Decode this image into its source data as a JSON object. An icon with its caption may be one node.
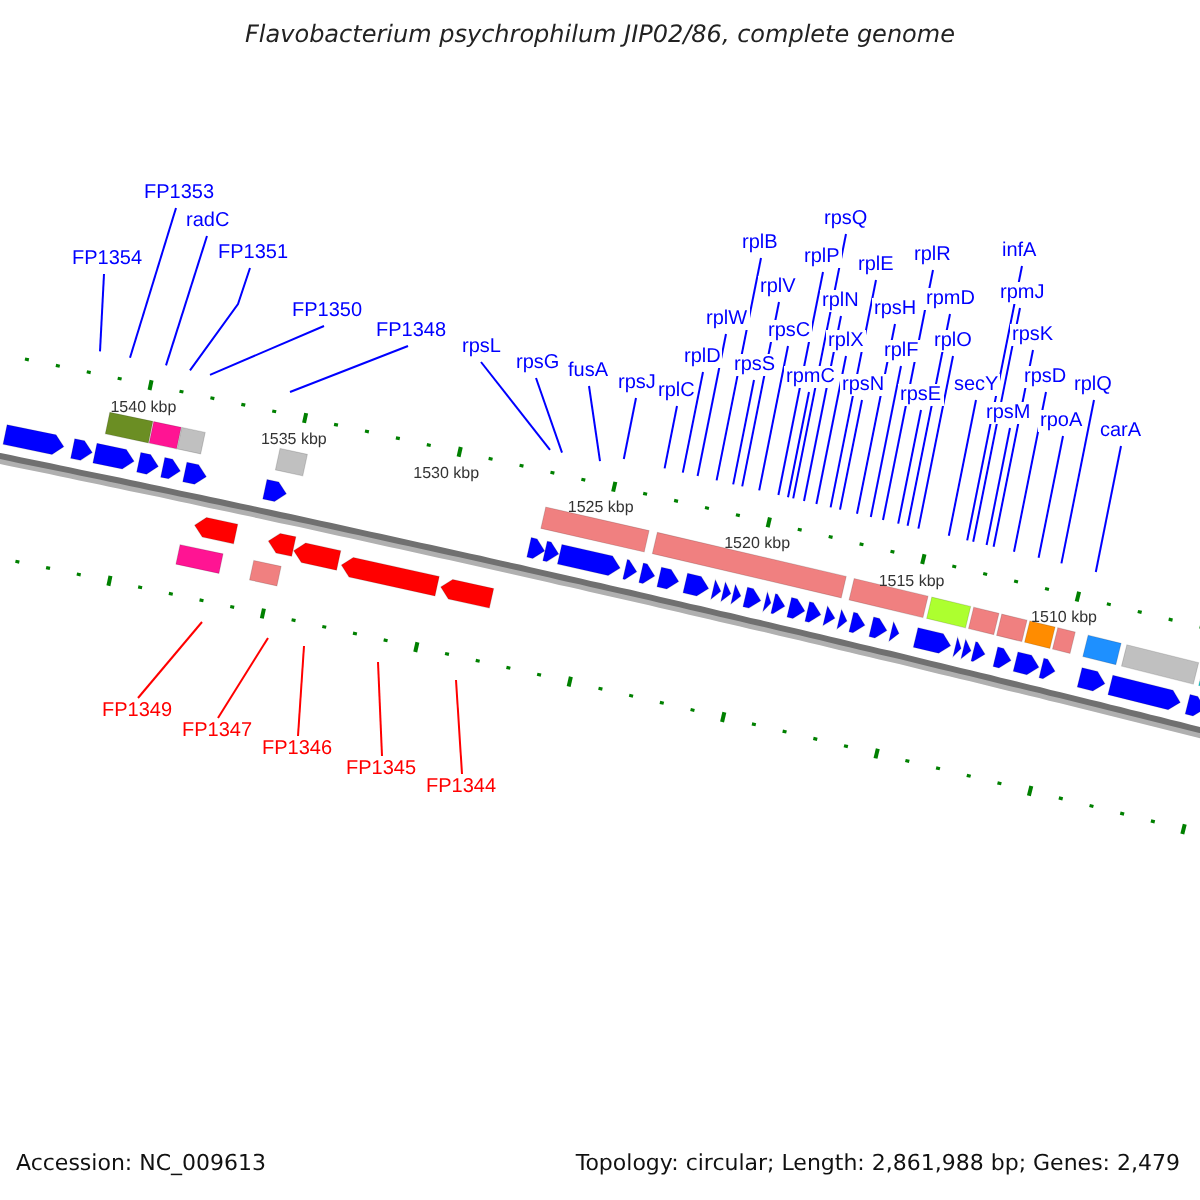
{
  "diagram": {
    "title": "Flavobacterium psychrophilum JIP02/86, complete genome",
    "nodes": [
      {
        "text": [
          "FP1354"
        ]
      },
      {
        "text": [
          "FP1353"
        ]
      },
      {
        "text": [
          "radC"
        ]
      },
      {
        "text": [
          "FP1351"
        ]
      },
      {
        "text": [
          "FP1350"
        ]
      },
      {
        "text": [
          "FP1348"
        ]
      },
      {
        "text": [
          "rpsL"
        ]
      },
      {
        "text": [
          "rpsG"
        ]
      },
      {
        "text": [
          "fusA"
        ]
      },
      {
        "text": [
          "rpsJ"
        ]
      },
      {
        "text": [
          "rplC"
        ]
      },
      {
        "text": [
          "rplD"
        ]
      },
      {
        "text": [
          "rplW"
        ]
      },
      {
        "text": [
          "rplB"
        ]
      },
      {
        "text": [
          "rpsS"
        ]
      },
      {
        "text": [
          "rplV"
        ]
      },
      {
        "text": [
          "rpsC"
        ]
      },
      {
        "text": [
          "rpmC"
        ]
      },
      {
        "text": [
          "rpsQ"
        ]
      },
      {
        "text": [
          "rplP"
        ]
      },
      {
        "text": [
          "rplN"
        ]
      },
      {
        "text": [
          "rplX"
        ]
      },
      {
        "text": [
          "rplE"
        ]
      },
      {
        "text": [
          "rpsN"
        ]
      },
      {
        "text": [
          "rpsH"
        ]
      },
      {
        "text": [
          "rplF"
        ]
      },
      {
        "text": [
          "rplR"
        ]
      },
      {
        "text": [
          "rpmD"
        ]
      },
      {
        "text": [
          "rplO"
        ]
      },
      {
        "text": [
          "rpsE"
        ]
      },
      {
        "text": [
          "secY"
        ]
      },
      {
        "text": [
          "rpsM"
        ]
      },
      {
        "text": [
          "infA"
        ]
      },
      {
        "text": [
          "rpmJ"
        ]
      },
      {
        "text": [
          "rpsK"
        ]
      },
      {
        "text": [
          "rpsD"
        ]
      },
      {
        "text": [
          "rpoA"
        ]
      },
      {
        "text": [
          "rplQ"
        ]
      },
      {
        "text": [
          "carA"
        ]
      },
      {
        "text": [
          "FP1349"
        ]
      },
      {
        "text": [
          "FP1347"
        ]
      },
      {
        "text": [
          "FP1346"
        ]
      },
      {
        "text": [
          "FP1345"
        ]
      },
      {
        "text": [
          "FP1344"
        ]
      }
    ],
    "edges": [
      {
        "from": 0,
        "to": null,
        "arrow": "none"
      },
      {
        "from": 1,
        "to": null,
        "arrow": "none"
      },
      {
        "from": 2,
        "to": null,
        "arrow": "none"
      },
      {
        "from": 3,
        "to": null,
        "arrow": "none"
      },
      {
        "from": 4,
        "to": null,
        "arrow": "none"
      },
      {
        "from": 5,
        "to": null,
        "arrow": "none"
      },
      {
        "from": 6,
        "to": null,
        "arrow": "none"
      },
      {
        "from": 7,
        "to": null,
        "arrow": "none"
      },
      {
        "from": 8,
        "to": null,
        "arrow": "none"
      },
      {
        "from": 9,
        "to": null,
        "arrow": "none"
      },
      {
        "from": 10,
        "to": null,
        "arrow": "none"
      },
      {
        "from": 11,
        "to": null,
        "arrow": "none"
      },
      {
        "from": 12,
        "to": null,
        "arrow": "none"
      },
      {
        "from": 13,
        "to": null,
        "arrow": "none"
      },
      {
        "from": 14,
        "to": null,
        "arrow": "none"
      },
      {
        "from": 15,
        "to": null,
        "arrow": "none"
      },
      {
        "from": 16,
        "to": null,
        "arrow": "none"
      },
      {
        "from": 17,
        "to": null,
        "arrow": "none"
      },
      {
        "from": 18,
        "to": null,
        "arrow": "none"
      },
      {
        "from": 19,
        "to": null,
        "arrow": "none"
      },
      {
        "from": 20,
        "to": null,
        "arrow": "none"
      },
      {
        "from": 21,
        "to": null,
        "arrow": "none"
      },
      {
        "from": 22,
        "to": null,
        "arrow": "none"
      },
      {
        "from": 23,
        "to": null,
        "arrow": "none"
      },
      {
        "from": 24,
        "to": null,
        "arrow": "none"
      },
      {
        "from": 25,
        "to": null,
        "arrow": "none"
      },
      {
        "from": 26,
        "to": null,
        "arrow": "none"
      },
      {
        "from": 27,
        "to": null,
        "arrow": "none"
      },
      {
        "from": 28,
        "to": null,
        "arrow": "none"
      },
      {
        "from": 29,
        "to": null,
        "arrow": "none"
      },
      {
        "from": 30,
        "to": null,
        "arrow": "none"
      },
      {
        "from": 31,
        "to": null,
        "arrow": "none"
      },
      {
        "from": 32,
        "to": null,
        "arrow": "none"
      },
      {
        "from": 33,
        "to": null,
        "arrow": "none"
      },
      {
        "from": 34,
        "to": null,
        "arrow": "none"
      },
      {
        "from": 35,
        "to": null,
        "arrow": "none"
      },
      {
        "from": 36,
        "to": null,
        "arrow": "none"
      },
      {
        "from": 37,
        "to": null,
        "arrow": "none"
      },
      {
        "from": 38,
        "to": null,
        "arrow": "none"
      },
      {
        "from": 39,
        "to": null,
        "arrow": "none",
        "color": "#ff0000"
      },
      {
        "from": 40,
        "to": null,
        "arrow": "none",
        "color": "#ff0000"
      },
      {
        "from": 41,
        "to": null,
        "arrow": "none",
        "color": "#ff0000"
      },
      {
        "from": 42,
        "to": null,
        "arrow": "none",
        "color": "#ff0000"
      },
      {
        "from": 43,
        "to": null,
        "arrow": "none",
        "color": "#ff0000"
      }
    ],
    "labels": [
      "1540 kbp",
      "1535 kbp",
      "1530 kbp",
      "1525 kbp",
      "1520 kbp",
      "1515 kbp",
      "1510 kbp",
      "Accession: NC_009613",
      "Topology: circular; Length: 2,861,988 bp; Genes: 2,479"
    ]
  }
}
